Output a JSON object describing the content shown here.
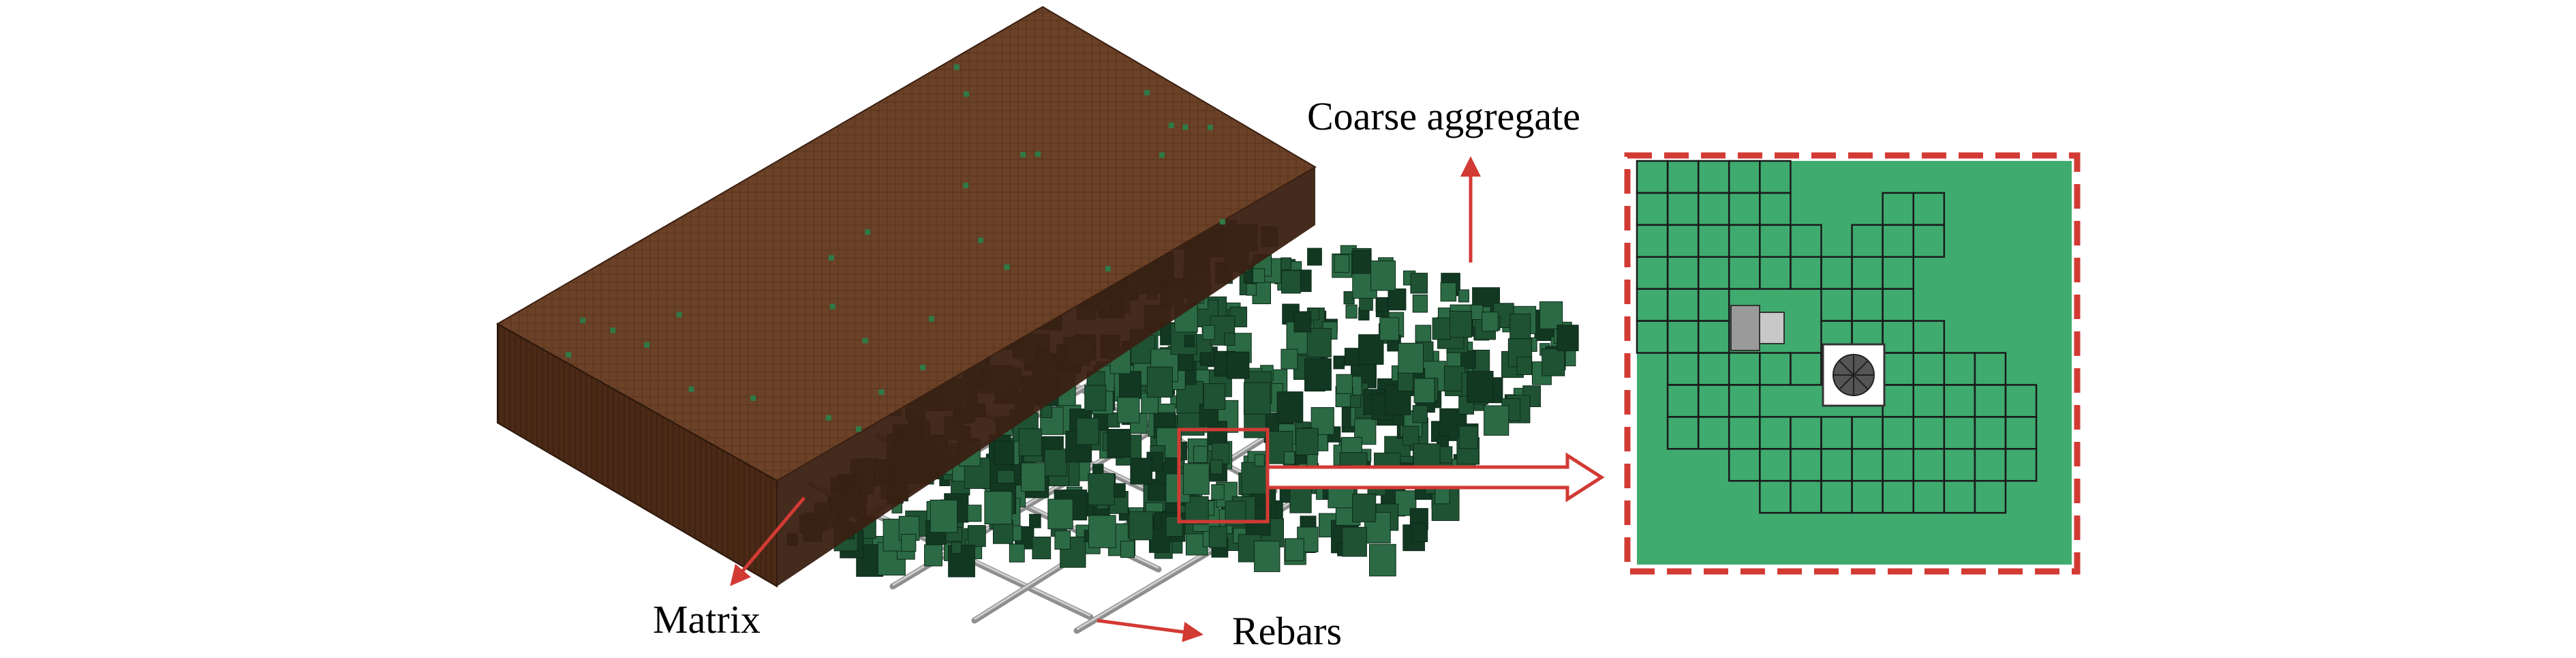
{
  "figure": {
    "labels": {
      "coarse_aggregate": "Coarse aggregate",
      "matrix": "Matrix",
      "rebars": "Rebars"
    },
    "colors": {
      "matrix_top": "#6b4127",
      "matrix_front": "#4a2a16",
      "matrix_side": "#3a2012",
      "aggregate": "#1f5233",
      "aggregate_dark": "#123822",
      "rebar": "#9a9a9a",
      "annotation_red": "#d23a34",
      "zoom_fill": "#3fab6f",
      "zoom_grid": "#1a1a1a"
    }
  }
}
